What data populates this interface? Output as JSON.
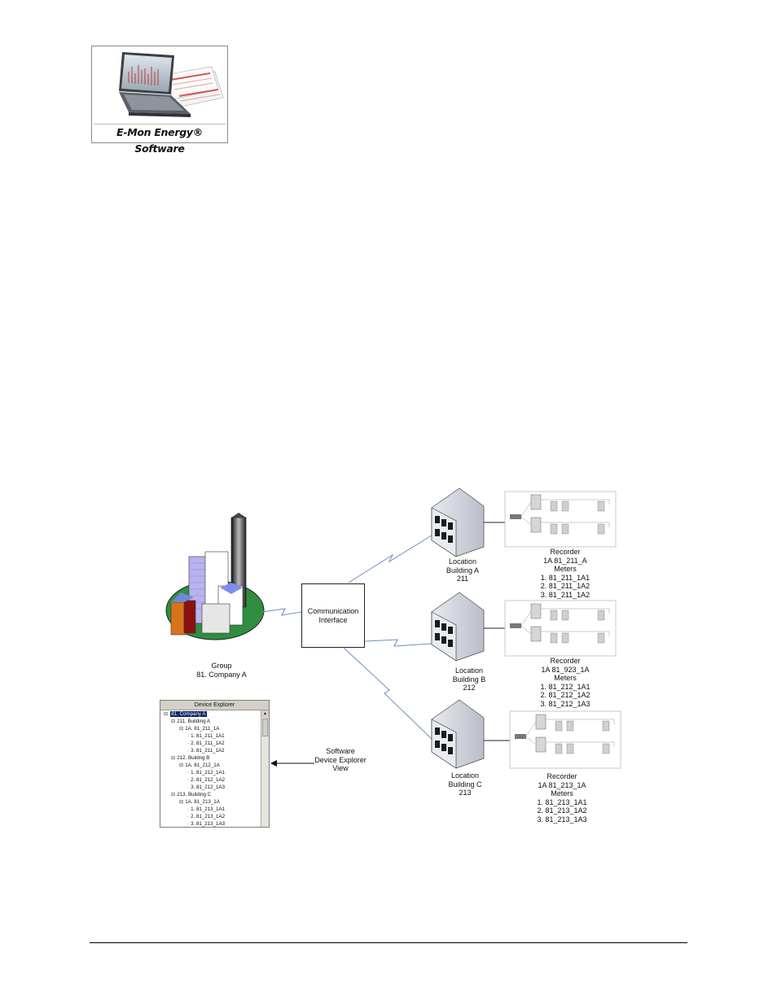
{
  "logo": {
    "caption": "E-Mon Energy® Software"
  },
  "diagram": {
    "group": {
      "line1": "Group",
      "line2": "81. Company A"
    },
    "communication": {
      "line1": "Communication",
      "line2": "Interface"
    },
    "locations": [
      {
        "line1": "Location",
        "line2": "Building A",
        "line3": "211"
      },
      {
        "line1": "Location",
        "line2": "Building B",
        "line3": "212"
      },
      {
        "line1": "Location",
        "line2": "Building C",
        "line3": "213"
      }
    ],
    "recorders": [
      {
        "title": "Recorder",
        "id": "1A 81_211_A",
        "meters_label": "Meters",
        "meters": [
          "1. 81_211_1A1",
          "2. 81_211_1A2",
          "3. 81_211_1A2"
        ]
      },
      {
        "title": "Recorder",
        "id": "1A 81_923_1A",
        "meters_label": "Meters",
        "meters": [
          "1. 81_212_1A1",
          "2. 81_212_1A2",
          "3. 81_212_1A3"
        ]
      },
      {
        "title": "Recorder",
        "id": "1A 81_213_1A",
        "meters_label": "Meters",
        "meters": [
          "1. 81_213_1A1",
          "2. 81_213_1A2",
          "3. 81_213_1A3"
        ]
      }
    ],
    "software_view": {
      "line1": "Software",
      "line2": "Device Explorer",
      "line3": "View"
    },
    "explorer": {
      "title": "Device Explorer",
      "items": [
        {
          "text": "81. Company A",
          "level": 0,
          "expander": "⊟",
          "selected": true
        },
        {
          "text": "211. Building A",
          "level": 1,
          "expander": "⊟"
        },
        {
          "text": "1A. 81_211_1A",
          "level": 2,
          "expander": "⊟"
        },
        {
          "text": "1. 81_211_1A1",
          "level": 3,
          "expander": ""
        },
        {
          "text": "2. 81_211_1A2",
          "level": 3,
          "expander": ""
        },
        {
          "text": "3. 81_211_1A2",
          "level": 3,
          "expander": ""
        },
        {
          "text": "212. Buildng B",
          "level": 1,
          "expander": "⊟"
        },
        {
          "text": "1A. 81_212_1A",
          "level": 2,
          "expander": "⊟"
        },
        {
          "text": "1. 81_212_1A1",
          "level": 3,
          "expander": ""
        },
        {
          "text": "2. 81_212_1A2",
          "level": 3,
          "expander": ""
        },
        {
          "text": "3. 81_212_1A3",
          "level": 3,
          "expander": ""
        },
        {
          "text": "213. Building C",
          "level": 1,
          "expander": "⊟"
        },
        {
          "text": "1A. 81_213_1A",
          "level": 2,
          "expander": "⊟"
        },
        {
          "text": "1. 81_213_1A1",
          "level": 3,
          "expander": ""
        },
        {
          "text": "2. 81_213_1A2",
          "level": 3,
          "expander": ""
        },
        {
          "text": "3. 81_213_1A3",
          "level": 3,
          "expander": ""
        }
      ]
    }
  }
}
